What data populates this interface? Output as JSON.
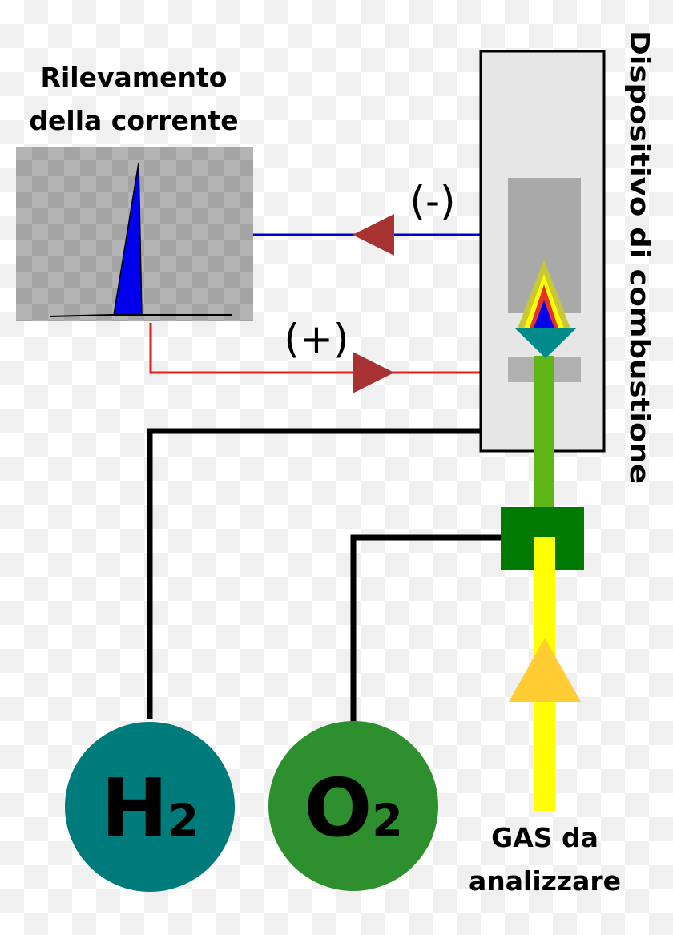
{
  "labels": {
    "detector_line1": "Rilevamento",
    "detector_line2": "della corrente",
    "combustion": "Dispositivo di combustione",
    "minus": "(-)",
    "plus": "(+)",
    "gas_line1": "GAS da",
    "gas_line2": "analizzare"
  },
  "gases": {
    "h2": {
      "symbol": "H",
      "subscript": "2",
      "color": "#007b7b"
    },
    "o2": {
      "symbol": "O",
      "subscript": "2",
      "color": "#2e8f2e"
    }
  },
  "colors": {
    "minus_wire": "#0000cc",
    "plus_wire": "#e02020",
    "arrow": "#a83232",
    "gas_stream": "#ffff00",
    "gas_arrow": "#ffcc33",
    "mixed_stream": "#5fb515",
    "mixer": "#007a00",
    "peak": "#0000ee",
    "flame_base": "#008b8b"
  }
}
